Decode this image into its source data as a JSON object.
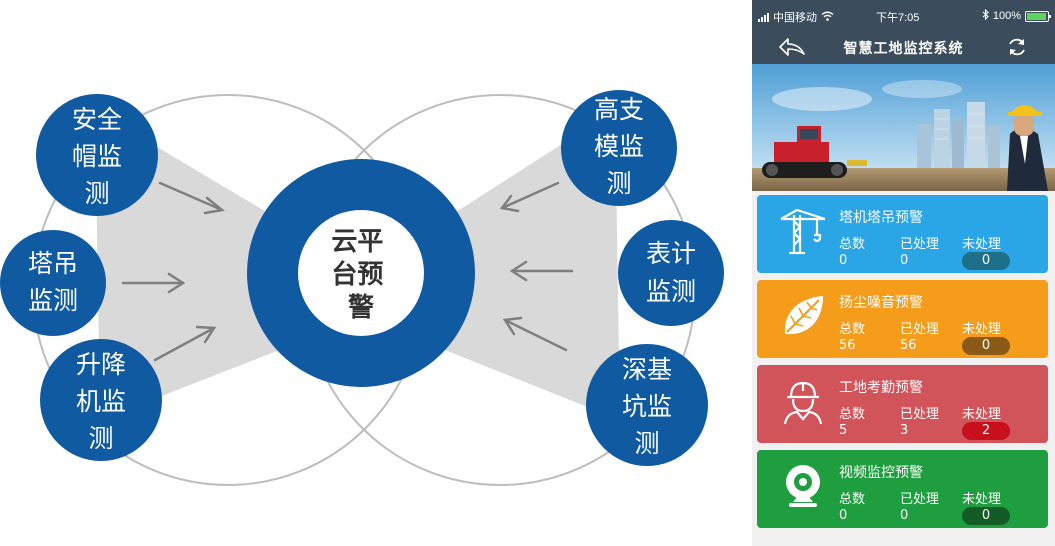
{
  "diagram": {
    "center": "云平台预警",
    "left_nodes": [
      "安全帽监测",
      "塔吊监测",
      "升降机监测"
    ],
    "right_nodes": [
      "高支模监测",
      "表计监测",
      "深基坑监测"
    ],
    "colors": {
      "node": "#0f5aa1",
      "wedge": "#d9d9d9",
      "outline": "#bdbdbd",
      "arrow": "#7f7f7f"
    }
  },
  "phone": {
    "status": {
      "carrier": "中国移动",
      "time": "下午7:05",
      "battery": "100%"
    },
    "nav": {
      "title": "智慧工地监控系统",
      "back_icon": "back-arrow-icon",
      "refresh_icon": "refresh-icon"
    },
    "labels": {
      "total": "总数",
      "handled": "已处理",
      "unhandled": "未处理"
    },
    "cards": [
      {
        "title": "塔机塔吊预警",
        "icon": "tower-crane-icon",
        "total": "0",
        "handled": "0",
        "unhandled": "0",
        "color": "#2aa5e6",
        "pill": "#1e6f8a"
      },
      {
        "title": "扬尘噪音预警",
        "icon": "leaf-icon",
        "total": "56",
        "handled": "56",
        "unhandled": "0",
        "color": "#f59c1a",
        "pill": "#8a5a16"
      },
      {
        "title": "工地考勤预警",
        "icon": "worker-helmet-icon",
        "total": "5",
        "handled": "3",
        "unhandled": "2",
        "color": "#d2545b",
        "pill": "#c8101c"
      },
      {
        "title": "视频监控预警",
        "icon": "webcam-icon",
        "total": "0",
        "handled": "0",
        "unhandled": "0",
        "color": "#1e9e3e",
        "pill": "#145c25"
      }
    ]
  }
}
